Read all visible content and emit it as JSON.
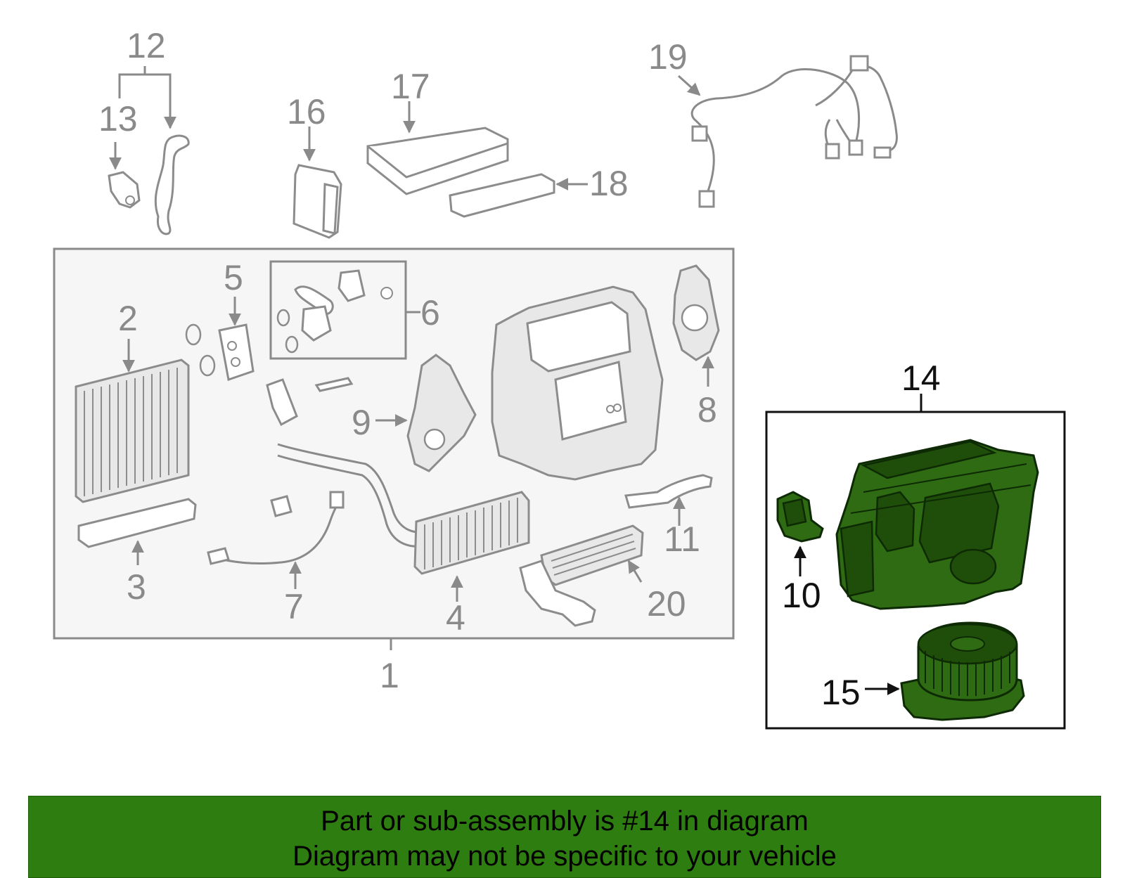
{
  "callouts": {
    "c1": "1",
    "c2": "2",
    "c3": "3",
    "c4": "4",
    "c5": "5",
    "c6": "6",
    "c7": "7",
    "c8": "8",
    "c9": "9",
    "c10": "10",
    "c11": "11",
    "c12": "12",
    "c13": "13",
    "c14": "14",
    "c15": "15",
    "c16": "16",
    "c17": "17",
    "c18": "18",
    "c19": "19",
    "c20": "20"
  },
  "highlight": {
    "part_number": "14",
    "color": "#2f6b12"
  },
  "banner": {
    "line1": "Part or sub-assembly is #14 in diagram",
    "line2": "Diagram may not be specific to your vehicle",
    "background": "#2e7d10"
  }
}
